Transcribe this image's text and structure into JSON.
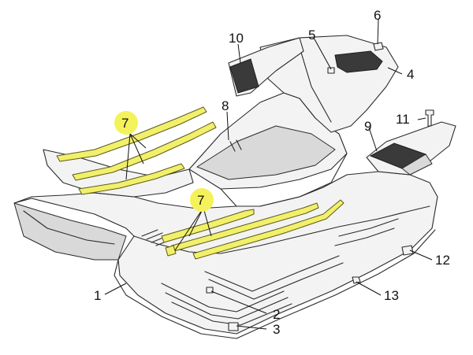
{
  "diagram": {
    "callouts": {
      "c1": "1",
      "c2": "2",
      "c3": "3",
      "c4": "4",
      "c5": "5",
      "c6": "6",
      "c7a": "7",
      "c7b": "7",
      "c8": "8",
      "c9": "9",
      "c10": "10",
      "c11": "11",
      "c12": "12",
      "c13": "13"
    },
    "colors": {
      "highlight": "#f4f25a",
      "rail_fill": "#f2f06a",
      "line": "#2a2a2a"
    }
  }
}
